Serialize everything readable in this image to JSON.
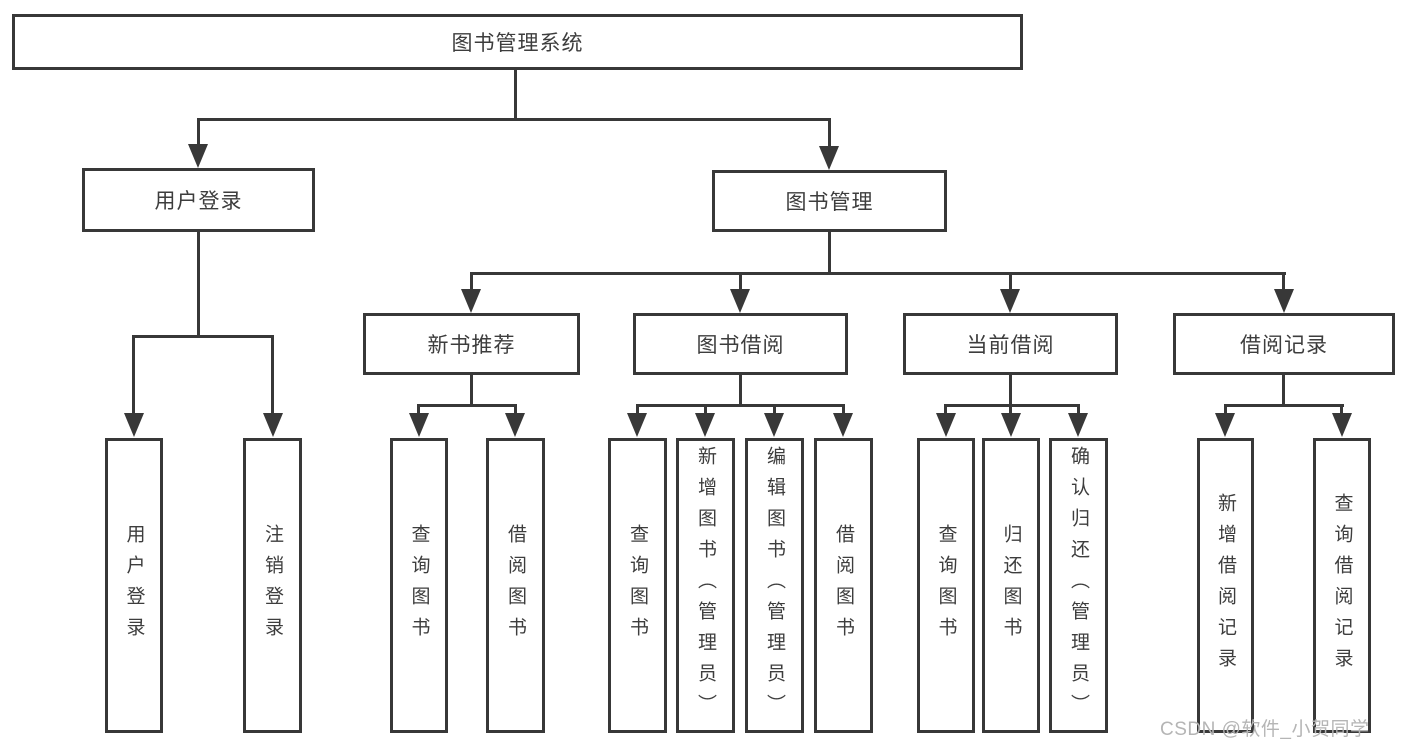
{
  "tree": {
    "root": {
      "label": "图书管理系统",
      "children": [
        {
          "label": "用户登录",
          "children": [
            {
              "label": "用户登录"
            },
            {
              "label": "注销登录"
            }
          ]
        },
        {
          "label": "图书管理",
          "children": [
            {
              "label": "新书推荐",
              "children": [
                {
                  "label": "查询图书"
                },
                {
                  "label": "借阅图书"
                }
              ]
            },
            {
              "label": "图书借阅",
              "children": [
                {
                  "label": "查询图书"
                },
                {
                  "label": "新增图书（管理员）"
                },
                {
                  "label": "编辑图书（管理员）"
                },
                {
                  "label": "借阅图书"
                }
              ]
            },
            {
              "label": "当前借阅",
              "children": [
                {
                  "label": "查询图书"
                },
                {
                  "label": "归还图书"
                },
                {
                  "label": "确认归还（管理员）"
                }
              ]
            },
            {
              "label": "借阅记录",
              "children": [
                {
                  "label": "新增借阅记录"
                },
                {
                  "label": "查询借阅记录"
                }
              ]
            }
          ]
        }
      ]
    }
  },
  "watermark": {
    "text": "CSDN @软件_小贺同学"
  },
  "colors": {
    "line": "#383838",
    "text": "#3d3d3d",
    "watermark": "#b5b5b5",
    "background": "#ffffff"
  }
}
